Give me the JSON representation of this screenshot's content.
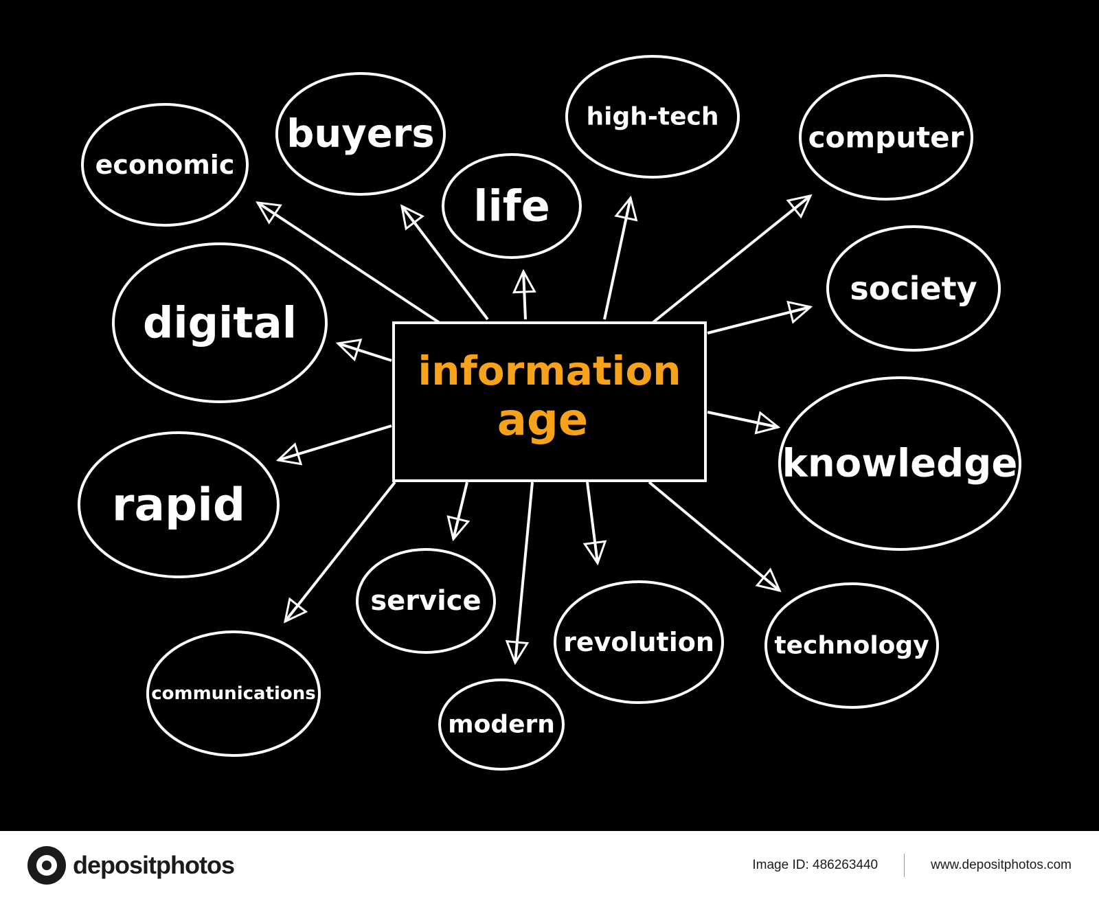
{
  "diagram": {
    "center": {
      "line1": "information",
      "line2": "age"
    },
    "nodes": [
      "economic",
      "buyers",
      "life",
      "high-tech",
      "computer",
      "society",
      "digital",
      "knowledge",
      "rapid",
      "technology",
      "communications",
      "service",
      "modern",
      "revolution"
    ],
    "colors": {
      "background": "#000000",
      "stroke": "#ffffff",
      "center_text": "#f7a21b"
    }
  },
  "footer": {
    "brand": "depositphotos",
    "image_id": "Image ID: 486263440",
    "url": "www.depositphotos.com"
  }
}
